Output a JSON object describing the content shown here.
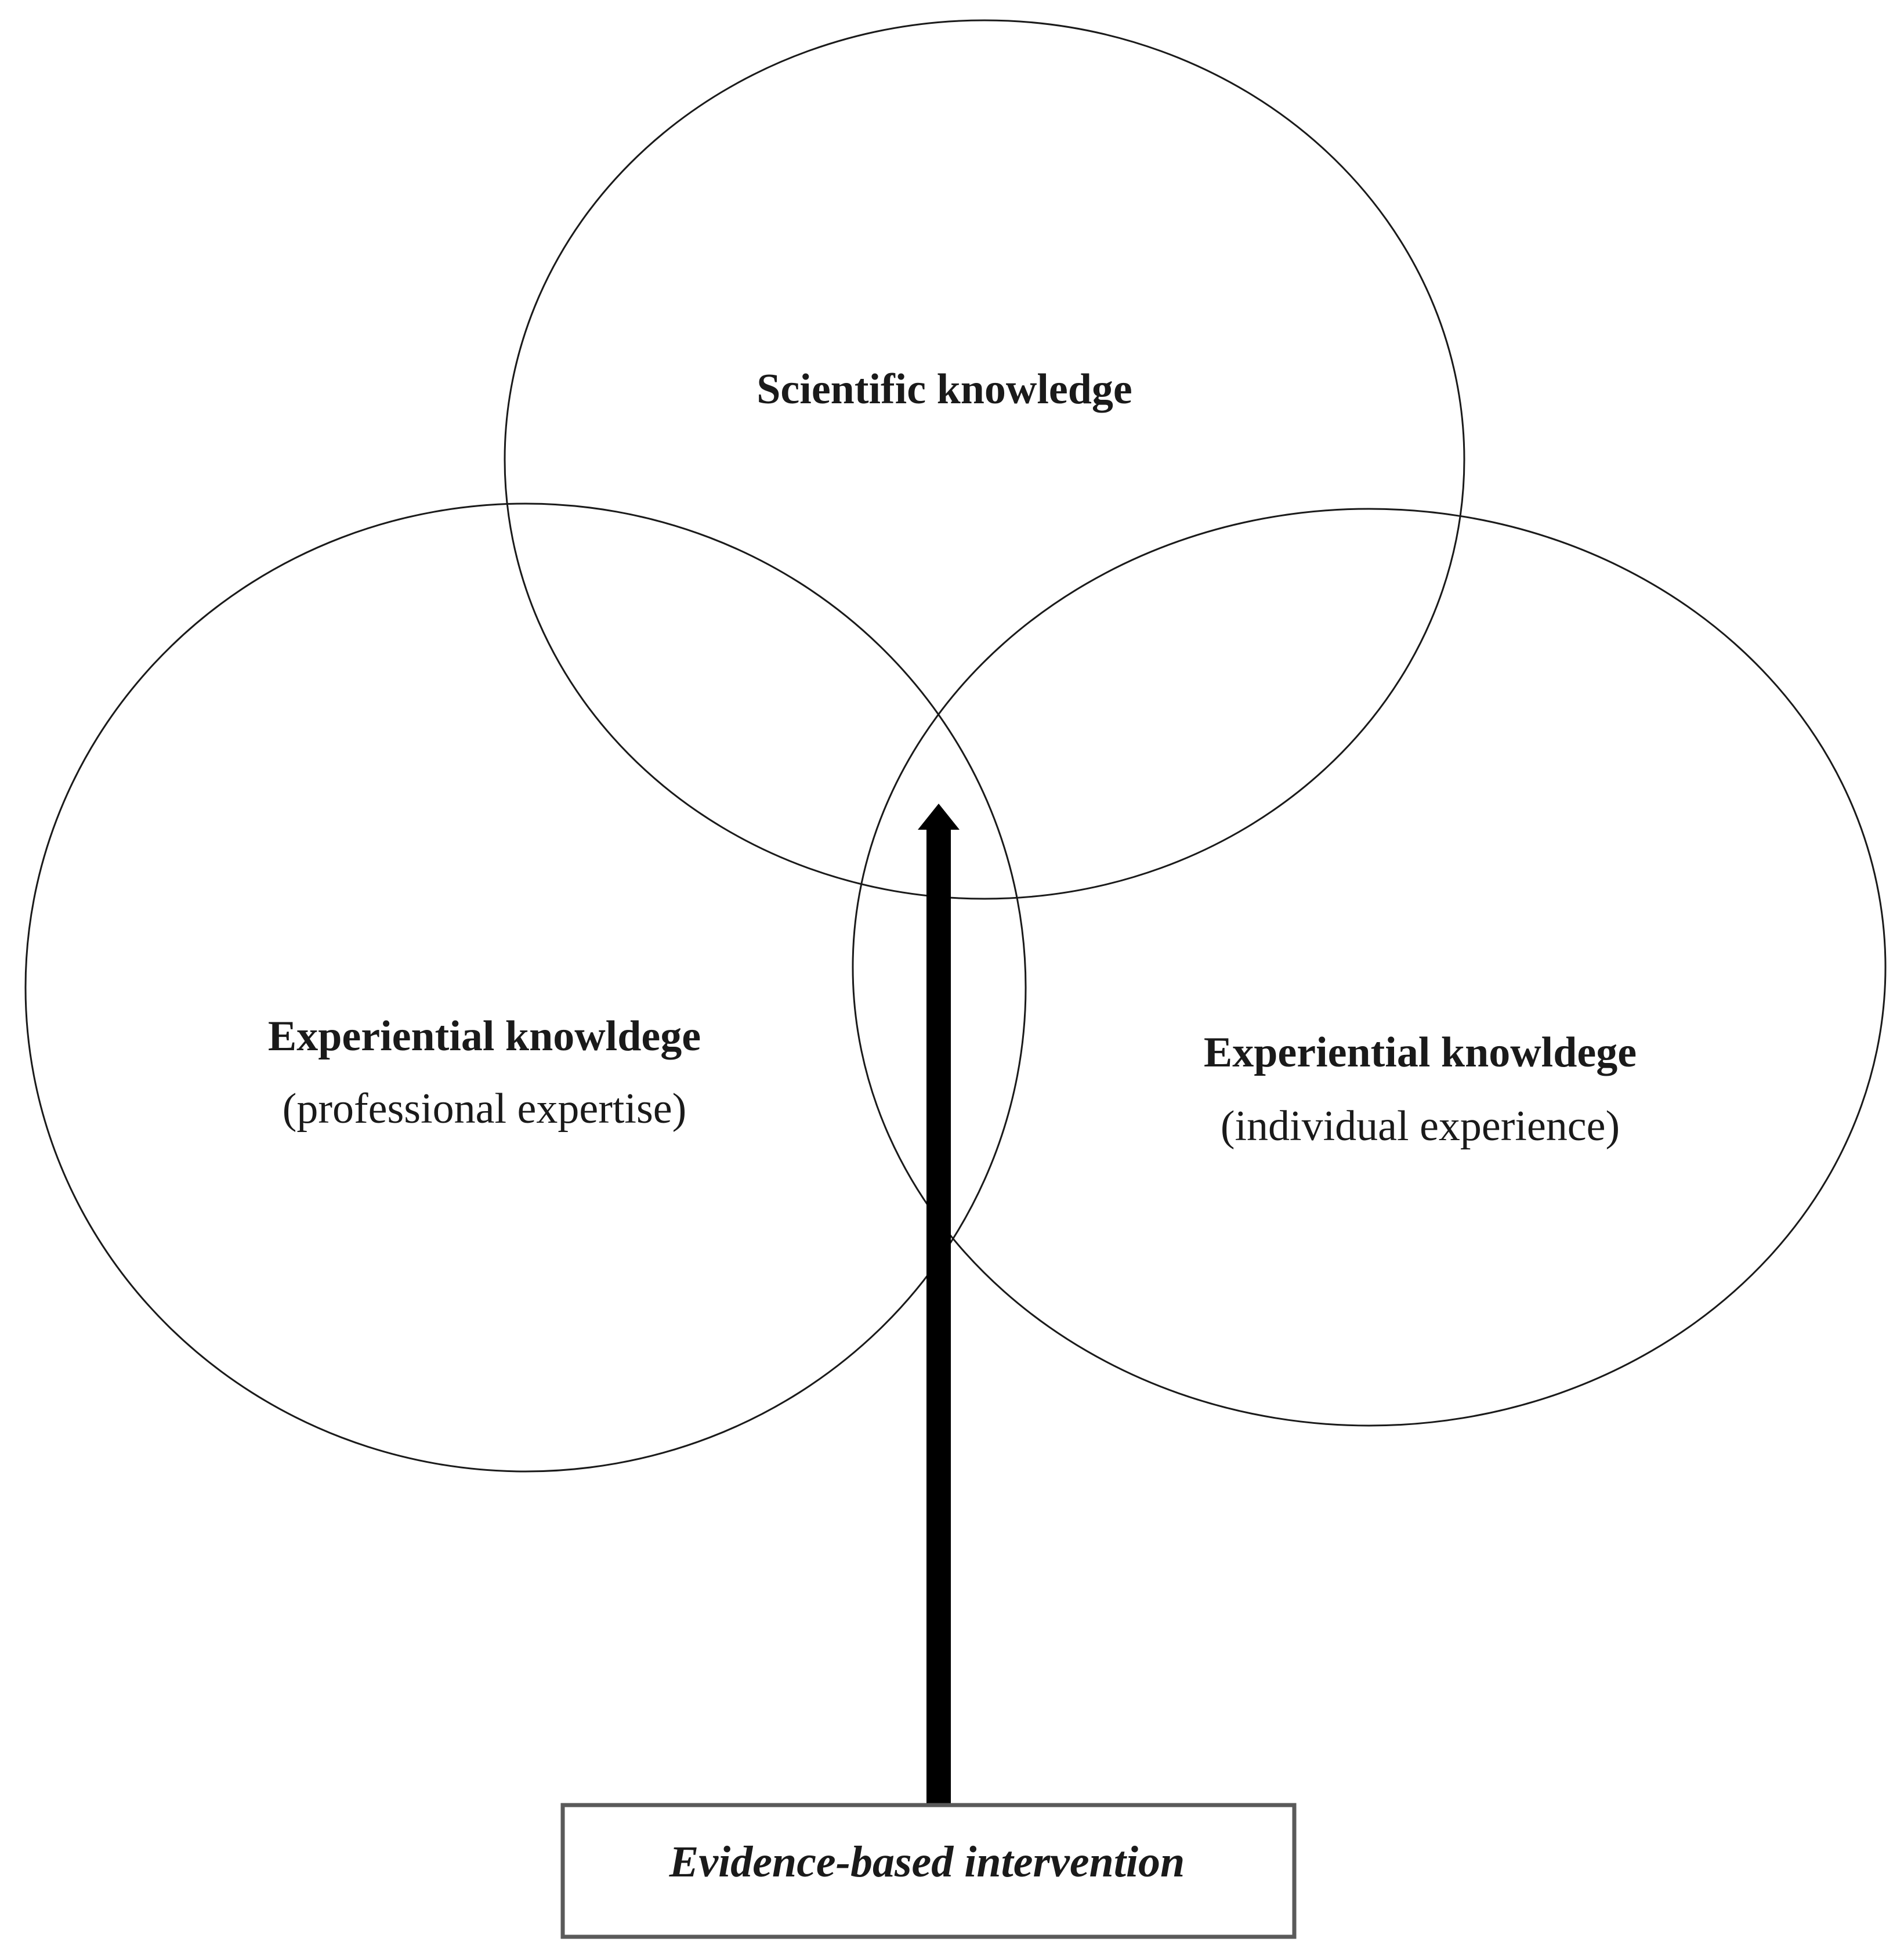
{
  "diagram": {
    "circles": {
      "scientific": {
        "title": "Scientific knowledge"
      },
      "professional": {
        "title": "Experiential knowldege",
        "subtitle": "(professional expertise)"
      },
      "individual": {
        "title": "Experiential knowldege",
        "subtitle": "(individual experience)"
      }
    },
    "box": {
      "label": "Evidence-based intervention"
    }
  },
  "colors": {
    "stroke": "#1a1a1a",
    "arrow": "#000000",
    "box_border": "#5a5a5a",
    "background": "#ffffff"
  }
}
